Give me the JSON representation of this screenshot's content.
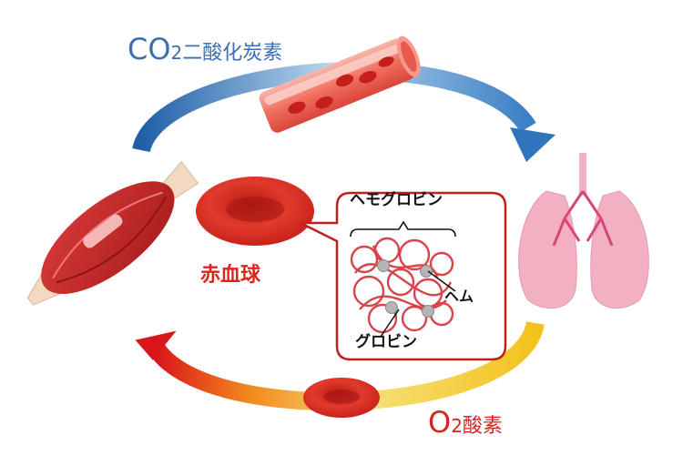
{
  "co2": {
    "formula_main": "CO",
    "formula_sub": "2",
    "name": "二酸化炭素"
  },
  "o2": {
    "formula_main": "O",
    "formula_sub": "2",
    "name": "酸素"
  },
  "red_blood_cell_label": "赤血球",
  "hemoglobin_label": "ヘモグロビン",
  "heme_label": "ヘム",
  "globin_label": "グロビン",
  "colors": {
    "co2_text": "#3d6fb0",
    "o2_text": "#d8241f",
    "rbc_text": "#e0231c",
    "callout_border": "#c0201d",
    "blood_cell": "#d22a22",
    "lung": "#f2b1c2"
  }
}
